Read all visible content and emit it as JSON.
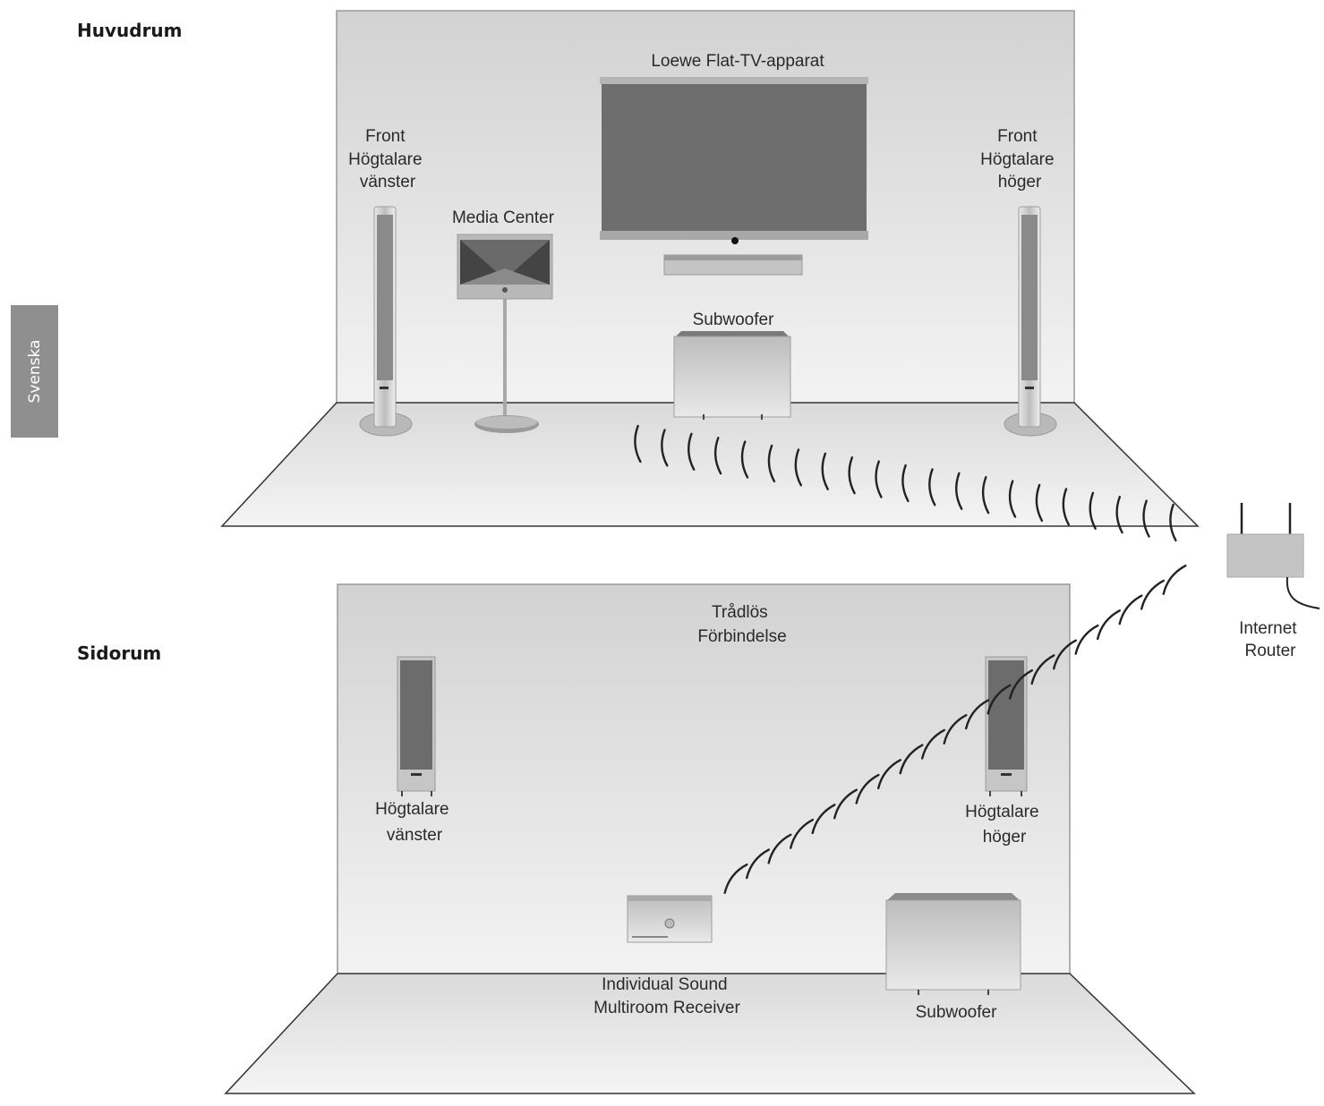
{
  "rooms": {
    "main": {
      "title": "Huvudrum",
      "labels": {
        "tv": "Loewe Flat-TV-apparat",
        "front_left": [
          "Front",
          "Högtalare",
          "vänster"
        ],
        "front_right": [
          "Front",
          "Högtalare",
          "höger"
        ],
        "media_center": "Media Center",
        "subwoofer": "Subwoofer"
      }
    },
    "side": {
      "title": "Sidorum",
      "labels": {
        "wireless": [
          "Trådlös",
          "Förbindelse"
        ],
        "speaker_left": [
          "Högtalare",
          "vänster"
        ],
        "speaker_right": [
          "Högtalare",
          "höger"
        ],
        "receiver": [
          "Individual Sound",
          "Multiroom Receiver"
        ],
        "subwoofer": "Subwoofer"
      }
    }
  },
  "router": {
    "label": [
      "Internet",
      "Router"
    ]
  },
  "language_tab": "Svenska",
  "colors": {
    "wall": "#d9d9d9",
    "floor": "#e6e6e6",
    "device_dark": "#6e6e6e",
    "device_light": "#c8c8c8",
    "tab": "#8f8f8f"
  }
}
